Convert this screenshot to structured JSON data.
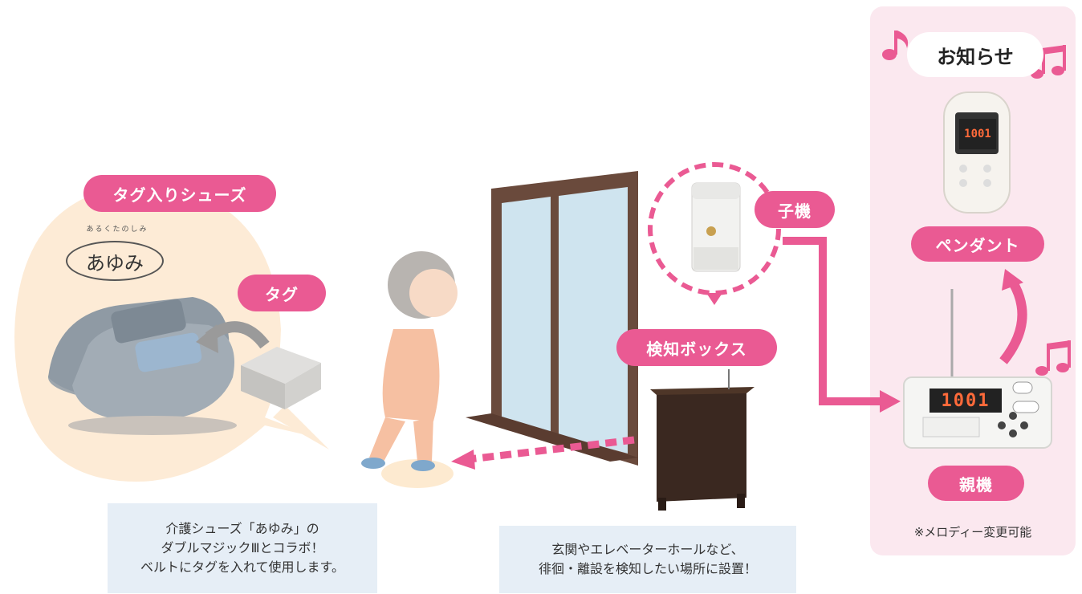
{
  "labels": {
    "shoes": "タグ入りシューズ",
    "tag": "タグ",
    "child_unit": "子機",
    "detection_box": "検知ボックス",
    "pendant": "ペンダント",
    "base_unit": "親機",
    "notice": "お知らせ"
  },
  "logo": {
    "small": "あるくたのしみ",
    "main": "あゆみ"
  },
  "captions": {
    "left": [
      "介護シューズ「あゆみ」の",
      "ダブルマジックⅢとコラボ！",
      "ベルトにタグを入れて使用します。"
    ],
    "center": [
      "玄関やエレベーターホールなど、",
      "徘徊・離設を検知したい場所に設置！"
    ]
  },
  "note": "※メロディー変更可能",
  "devices": {
    "base_display": "1001",
    "pendant_display": "1001"
  },
  "colors": {
    "accent_pink": "#ea5a93",
    "panel_pink": "#fbe8ef",
    "peach_bubble": "#fdebd6",
    "caption_blue": "#e6eef6",
    "window_brown": "#6a4a3c",
    "cabinet": "#3a2820"
  }
}
